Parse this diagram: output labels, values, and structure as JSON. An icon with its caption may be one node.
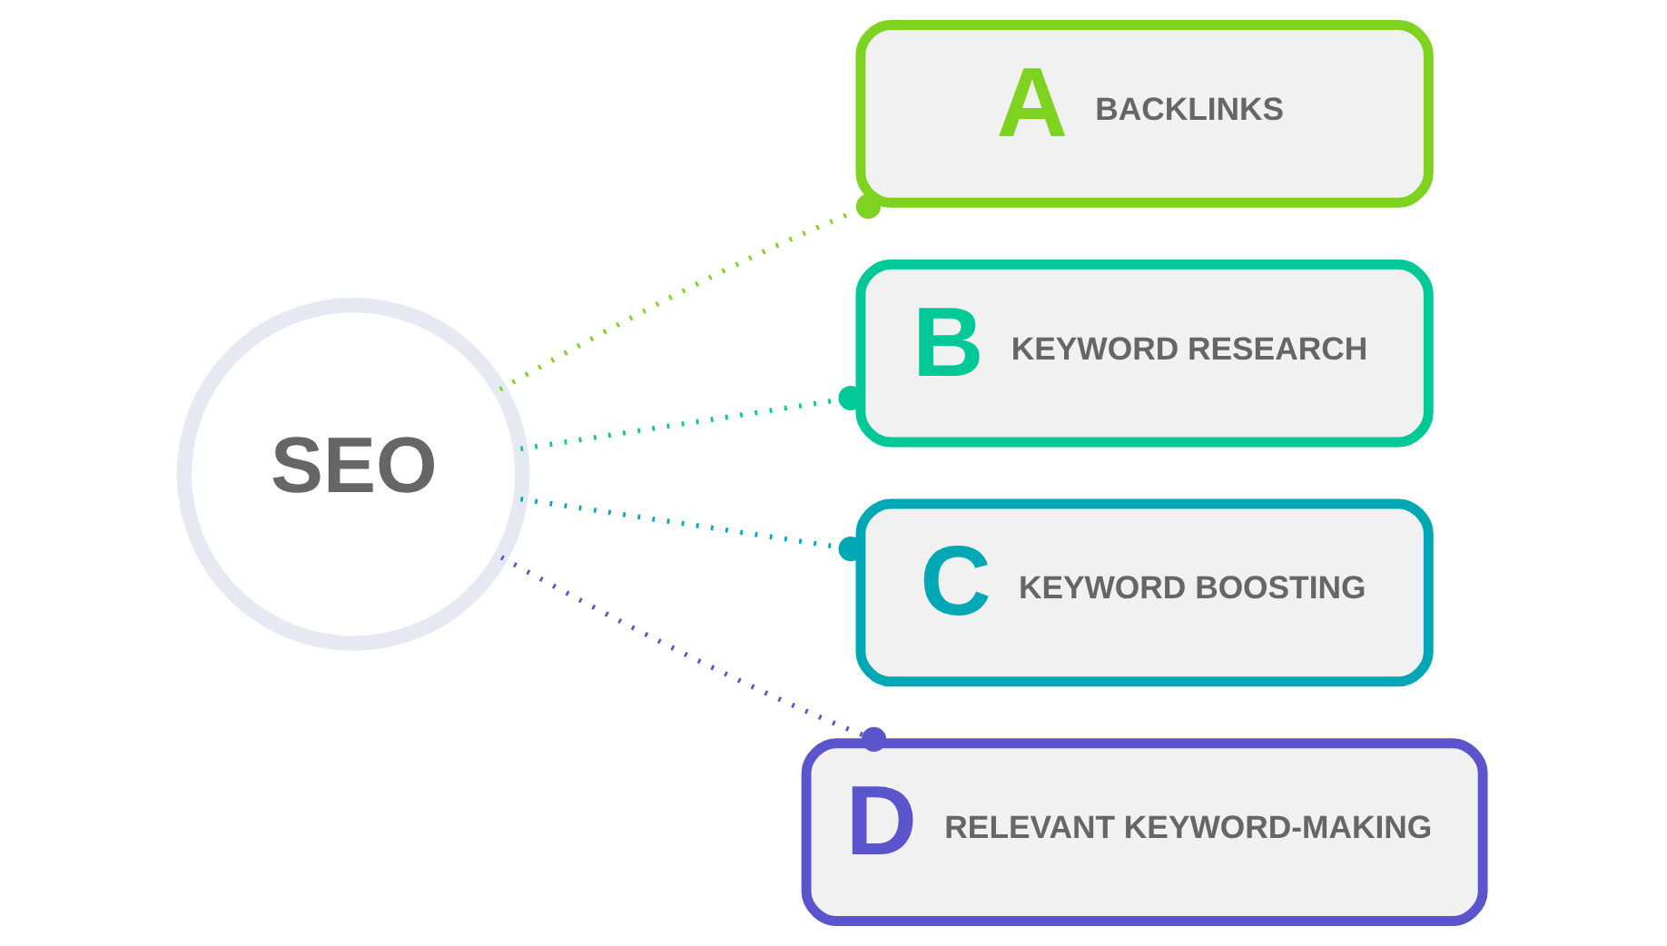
{
  "diagram": {
    "nodes": [
      {
        "text": [
          "SEO"
        ]
      },
      {
        "text": [
          "A",
          "BACKLINKS"
        ]
      },
      {
        "text": [
          "B",
          "KEYWORD RESEARCH"
        ]
      },
      {
        "text": [
          "C",
          "KEYWORD BOOSTING"
        ]
      },
      {
        "text": [
          "D",
          "RELEVANT KEYWORD-MAKING"
        ]
      }
    ],
    "edges": [
      {
        "from": 0,
        "to": 1,
        "arrow": "other",
        "style": "dashed",
        "color": "#7ed321"
      },
      {
        "from": 0,
        "to": 2,
        "arrow": "other",
        "style": "dashed",
        "color": "#00c896"
      },
      {
        "from": 0,
        "to": 3,
        "arrow": "other",
        "style": "dashed",
        "color": "#00a8b5"
      },
      {
        "from": 0,
        "to": 4,
        "arrow": "other",
        "style": "dashed",
        "color": "#5a55cc"
      }
    ]
  }
}
